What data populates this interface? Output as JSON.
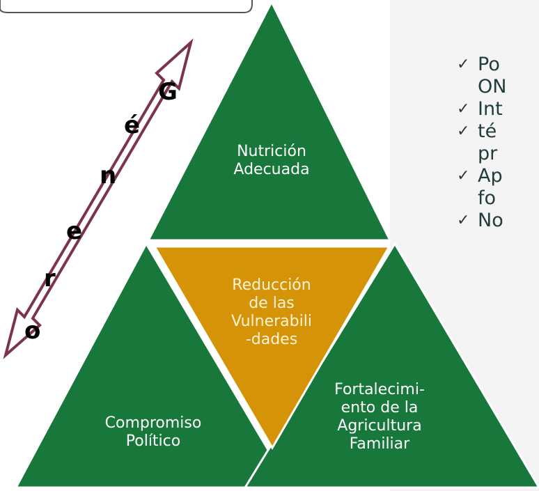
{
  "colors": {
    "green": "#18773a",
    "gold": "#d59407",
    "arrow": "#7b3449",
    "bullet_text": "#1f3b3b"
  },
  "diagram": {
    "top_triangle": {
      "label": "Nutrición\nAdecuada"
    },
    "center_triangle": {
      "label": "Reducción\nde las\nVulnerabili\n-dades"
    },
    "left_triangle": {
      "label": "Compromiso\nPolítico"
    },
    "right_triangle": {
      "label": "Fortalecimi-\nento de la\nAgricultura\nFamiliar"
    }
  },
  "gender_arrow": {
    "letters": [
      "G",
      "é",
      "n",
      "e",
      "r",
      "o"
    ]
  },
  "bullets": [
    {
      "check": "✓",
      "lines": [
        "Po",
        "ON"
      ]
    },
    {
      "check": "✓",
      "lines": [
        "Int"
      ]
    },
    {
      "check": "✓",
      "lines": [
        "té",
        "pr"
      ]
    },
    {
      "check": "✓",
      "lines": [
        "Ap",
        "fo"
      ]
    },
    {
      "check": "✓",
      "lines": [
        "No"
      ]
    }
  ]
}
